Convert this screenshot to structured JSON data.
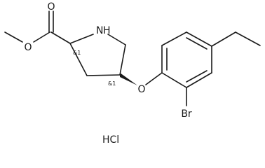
{
  "molecule": {
    "atoms": {
      "ester_ether_oxygen": "O",
      "carbonyl_oxygen": "O",
      "ring_nitrogen": "N",
      "ring_nitrogen_hydrogen": "H",
      "aryl_ether_oxygen": "O",
      "bromine": "Br",
      "salt": "HCl"
    },
    "stereo_labels": {
      "c2": "&1",
      "c4": "&1"
    }
  }
}
